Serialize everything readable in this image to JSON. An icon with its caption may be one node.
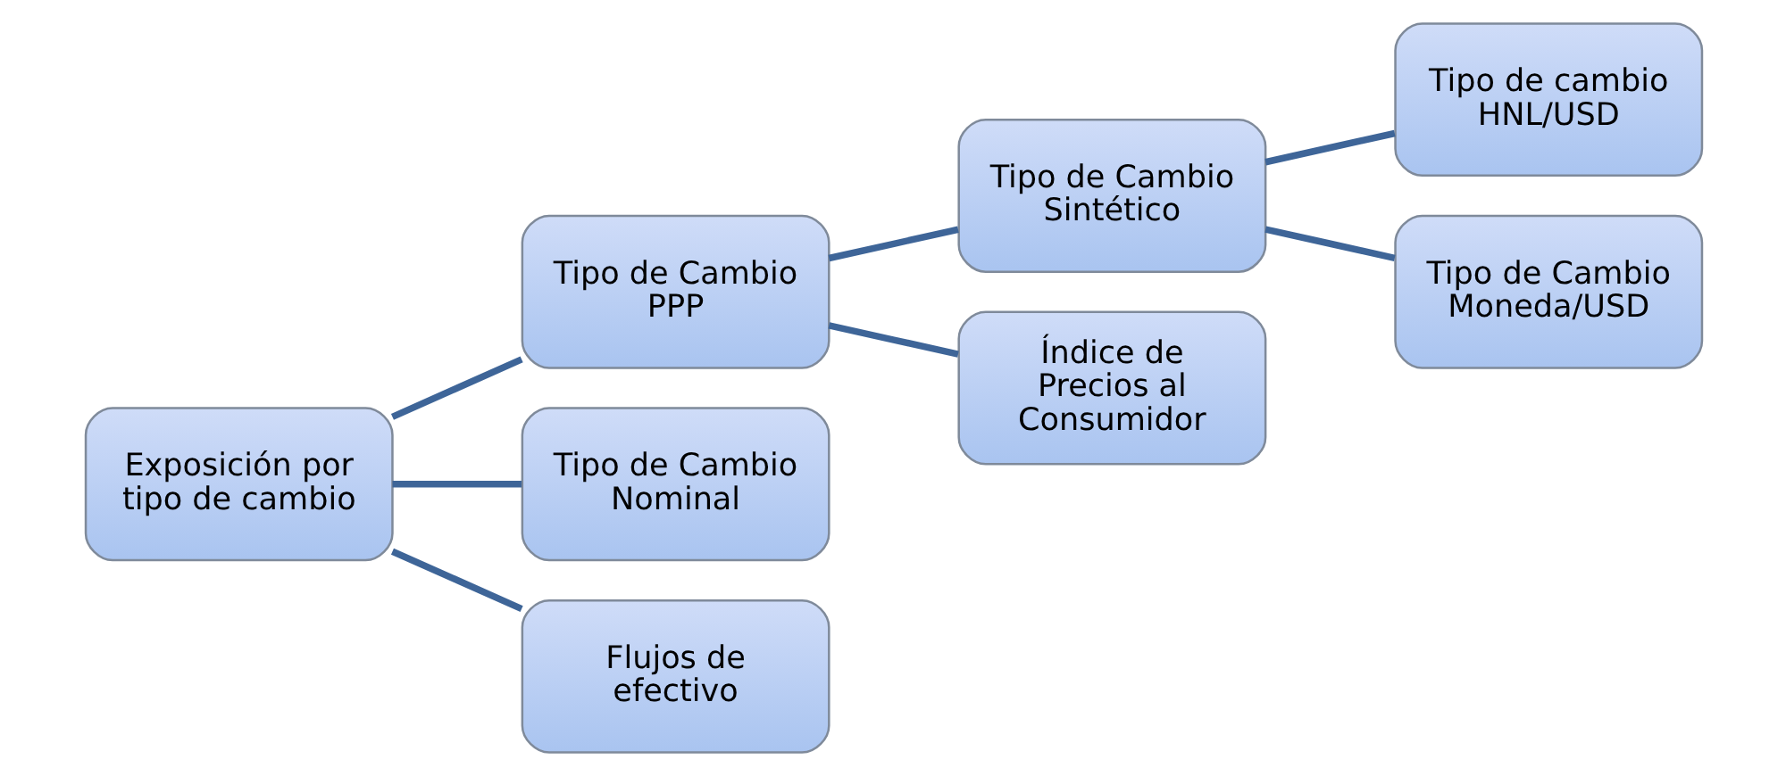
{
  "diagram": {
    "nodes": [
      {
        "text": [
          "Exposición por tipo de cambio"
        ]
      },
      {
        "text": [
          "Tipo de Cambio PPP"
        ]
      },
      {
        "text": [
          "Tipo de Cambio Nominal"
        ]
      },
      {
        "text": [
          "Flujos de efectivo"
        ]
      },
      {
        "text": [
          "Tipo de Cambio Sintético"
        ]
      },
      {
        "text": [
          "Índice de Precios al Consumidor"
        ]
      },
      {
        "text": [
          "Tipo de cambio HNL/USD"
        ]
      },
      {
        "text": [
          "Tipo de Cambio Moneda/USD"
        ]
      }
    ],
    "edges": [
      {
        "from": 0,
        "to": 1,
        "arrow": "none"
      },
      {
        "from": 0,
        "to": 2,
        "arrow": "none"
      },
      {
        "from": 0,
        "to": 3,
        "arrow": "none"
      },
      {
        "from": 1,
        "to": 4,
        "arrow": "none"
      },
      {
        "from": 1,
        "to": 5,
        "arrow": "none"
      },
      {
        "from": 4,
        "to": 6,
        "arrow": "none"
      },
      {
        "from": 4,
        "to": 7,
        "arrow": "none"
      }
    ]
  }
}
